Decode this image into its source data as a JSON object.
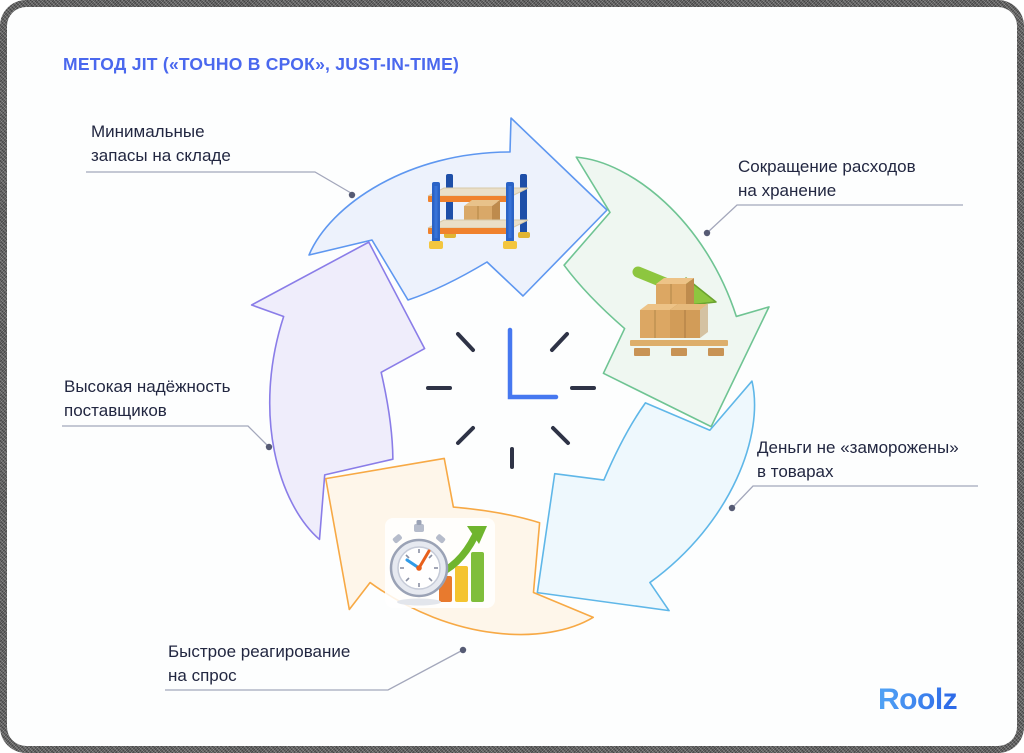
{
  "title": "МЕТОД JIT («ТОЧНО В СРОК», JUST-IN-TIME)",
  "labels": {
    "min_stock": "Минимальные\nзапасы на складе",
    "storage_costs": "Сокращение расходов\nна хранение",
    "supplier_reliability": "Высокая надёжность\nпоставщиков",
    "money_not_frozen": "Деньги не «заморожены»\nв товарах",
    "fast_response": "Быстрое реагирование\nна спрос"
  },
  "logo": {
    "text": "Roolz"
  },
  "cycle": {
    "center_icon": "clock-icon",
    "arrows": [
      {
        "id": "minimal-stock",
        "fill": "#EDF2FC",
        "stroke": "#5E97F0",
        "icon": "warehouse-rack-icon"
      },
      {
        "id": "storage-costs",
        "fill": "#EFF7F1",
        "stroke": "#6FC493",
        "icon": "boxes-pallet-icon"
      },
      {
        "id": "money-flow",
        "fill": "#EEF8FD",
        "stroke": "#5FB7E8",
        "icon": null
      },
      {
        "id": "fast-response",
        "fill": "#FEF6EA",
        "stroke": "#F7A945",
        "icon": "stopwatch-chart-icon"
      },
      {
        "id": "supplier-reliability",
        "fill": "#EFEDFB",
        "stroke": "#8A7DE8",
        "icon": null
      }
    ]
  },
  "colors": {
    "title_accent": "#4A68EE",
    "body_text": "#222741",
    "connector_line": "#A3A7BB",
    "connector_dot": "#565B74",
    "clock_hands": "#4678F0",
    "clock_ticks": "#2E3346",
    "logo_gradient": [
      "#4FA0F4",
      "#2E6BE8"
    ],
    "card_background": "#FDFEFE"
  }
}
